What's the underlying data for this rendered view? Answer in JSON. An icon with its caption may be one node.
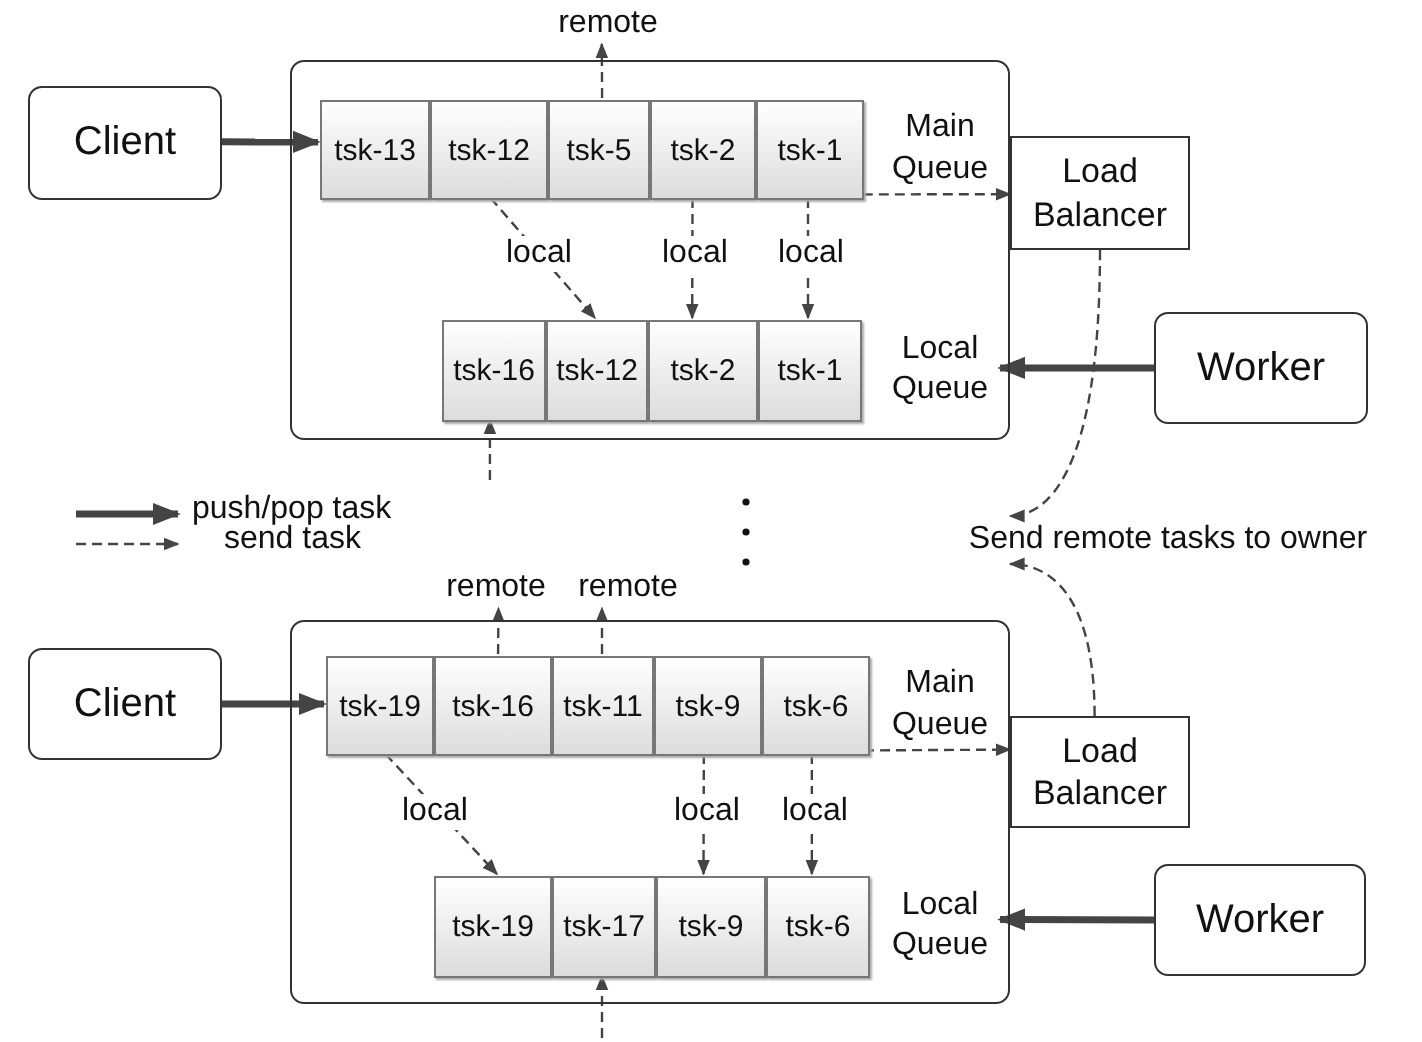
{
  "diagram": {
    "nodes": [
      {
        "text": [
          "Client"
        ]
      },
      {
        "text": [],
        "shape": "box"
      },
      {
        "text": [
          "Main Queue"
        ],
        "in": 1
      },
      {
        "text": [
          "tsk-13"
        ],
        "in": 2
      },
      {
        "text": [
          "tsk-12"
        ],
        "in": 2
      },
      {
        "text": [
          "tsk-5"
        ],
        "in": 2
      },
      {
        "text": [
          "tsk-2"
        ],
        "in": 2
      },
      {
        "text": [
          "tsk-1"
        ],
        "in": 2
      },
      {
        "text": [
          "Local Queue"
        ],
        "in": 1
      },
      {
        "text": [
          "tsk-16"
        ],
        "in": 8
      },
      {
        "text": [
          "tsk-12"
        ],
        "in": 8
      },
      {
        "text": [
          "tsk-2"
        ],
        "in": 8
      },
      {
        "text": [
          "tsk-1"
        ],
        "in": 8
      },
      {
        "text": [
          "Load Balancer"
        ]
      },
      {
        "text": [
          "Worker"
        ]
      },
      {
        "text": [
          "remote"
        ]
      },
      {
        "text": [
          "Send remote tasks to owner"
        ]
      },
      {
        "text": [
          "Client"
        ]
      },
      {
        "text": [],
        "shape": "box"
      },
      {
        "text": [
          "Main Queue"
        ],
        "in": 18
      },
      {
        "text": [
          "tsk-19"
        ],
        "in": 19
      },
      {
        "text": [
          "tsk-16"
        ],
        "in": 19
      },
      {
        "text": [
          "tsk-11"
        ],
        "in": 19
      },
      {
        "text": [
          "tsk-9"
        ],
        "in": 19
      },
      {
        "text": [
          "tsk-6"
        ],
        "in": 19
      },
      {
        "text": [
          "Local Queue"
        ],
        "in": 18
      },
      {
        "text": [
          "tsk-19"
        ],
        "in": 25
      },
      {
        "text": [
          "tsk-17"
        ],
        "in": 25
      },
      {
        "text": [
          "tsk-9"
        ],
        "in": 25
      },
      {
        "text": [
          "tsk-6"
        ],
        "in": 25
      },
      {
        "text": [
          "Load Balancer"
        ]
      },
      {
        "text": [
          "Worker"
        ]
      },
      {
        "text": [
          "remote"
        ]
      },
      {
        "text": [
          "remote"
        ]
      }
    ],
    "edges": [
      {
        "from": 0,
        "to": 3,
        "arrow": "to",
        "style": "thick"
      },
      {
        "from": 5,
        "to": 15,
        "arrow": "to",
        "style": "dashed"
      },
      {
        "from": 2,
        "to": 13,
        "arrow": "to",
        "style": "dashed"
      },
      {
        "from": 4,
        "to": 10,
        "arrow": "to",
        "style": "dashed",
        "label": "local"
      },
      {
        "from": 6,
        "to": 11,
        "arrow": "to",
        "style": "dashed",
        "label": "local"
      },
      {
        "from": 7,
        "to": 12,
        "arrow": "to",
        "style": "dashed",
        "label": "local"
      },
      {
        "from": 14,
        "to": 8,
        "arrow": "to",
        "style": "thick"
      },
      {
        "from": null,
        "to": 9,
        "arrow": "to",
        "style": "dashed"
      },
      {
        "from": 13,
        "to": 16,
        "arrow": "to",
        "style": "dashed"
      },
      {
        "from": 30,
        "to": 16,
        "arrow": "to",
        "style": "dashed"
      },
      {
        "from": 21,
        "to": 32,
        "arrow": "to",
        "style": "dashed"
      },
      {
        "from": 22,
        "to": 33,
        "arrow": "to",
        "style": "dashed"
      },
      {
        "from": 17,
        "to": 20,
        "arrow": "to",
        "style": "thick"
      },
      {
        "from": 19,
        "to": 30,
        "arrow": "to",
        "style": "dashed"
      },
      {
        "from": 20,
        "to": 26,
        "arrow": "to",
        "style": "dashed",
        "label": "local"
      },
      {
        "from": 23,
        "to": 28,
        "arrow": "to",
        "style": "dashed",
        "label": "local"
      },
      {
        "from": 24,
        "to": 29,
        "arrow": "to",
        "style": "dashed",
        "label": "local"
      },
      {
        "from": 31,
        "to": 25,
        "arrow": "to",
        "style": "thick"
      },
      {
        "from": null,
        "to": 27,
        "arrow": "to",
        "style": "dashed"
      }
    ],
    "legend": [
      {
        "text": "push/pop task"
      },
      {
        "text": "send task"
      }
    ]
  }
}
